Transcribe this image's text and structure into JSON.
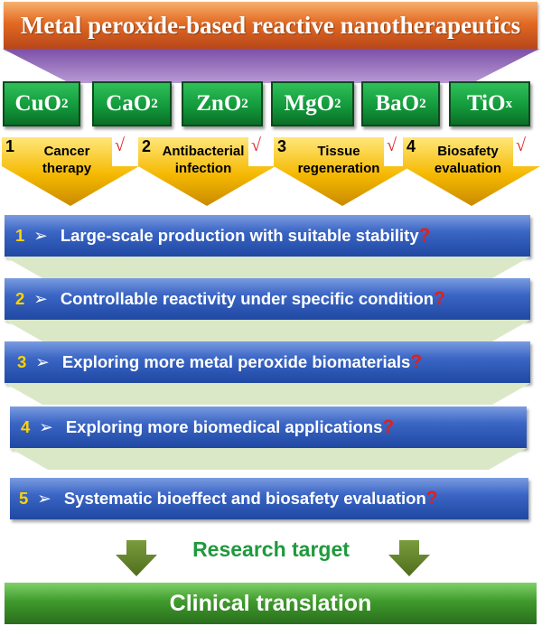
{
  "title": "Metal peroxide-based reactive nanotherapeutics",
  "oxides": [
    {
      "base": "CuO",
      "sub": "2"
    },
    {
      "base": "CaO",
      "sub": "2"
    },
    {
      "base": "ZnO",
      "sub": "2"
    },
    {
      "base": "MgO",
      "sub": "2"
    },
    {
      "base": "BaO",
      "sub": "2"
    },
    {
      "base": "TiO",
      "sub": "x"
    }
  ],
  "applications": [
    {
      "num": "1",
      "line1": "Cancer",
      "line2": "therapy",
      "check": "√"
    },
    {
      "num": "2",
      "line1": "Antibacterial",
      "line2": "infection",
      "check": "√"
    },
    {
      "num": "3",
      "line1": "Tissue",
      "line2": "regeneration",
      "check": "√"
    },
    {
      "num": "4",
      "line1": "Biosafety",
      "line2": "evaluation",
      "check": "√"
    }
  ],
  "challenges": [
    {
      "num": "1",
      "chevron": "➢",
      "text": "Large-scale production with suitable stability",
      "mark": "?"
    },
    {
      "num": "2",
      "chevron": "➢",
      "text": "Controllable reactivity under specific condition",
      "mark": "?"
    },
    {
      "num": "3",
      "chevron": "➢",
      "text": "Exploring more metal peroxide biomaterials",
      "mark": "?"
    },
    {
      "num": "4",
      "chevron": "➢",
      "text": "Exploring more biomedical applications",
      "mark": "?"
    },
    {
      "num": "5",
      "chevron": "➢",
      "text": "Systematic bioeffect and biosafety evaluation",
      "mark": "?"
    }
  ],
  "research_target": "Research target",
  "final": "Clinical translation",
  "colors": {
    "title_orange": "#e26a23",
    "oxide_green": "#139a3c",
    "arrow_gold": "#f5b800",
    "bar_blue": "#2f58b5",
    "number_yellow": "#ffd400",
    "mark_red": "#e0201c",
    "target_green": "#1e9a3c",
    "final_green": "#3f9a2c"
  }
}
